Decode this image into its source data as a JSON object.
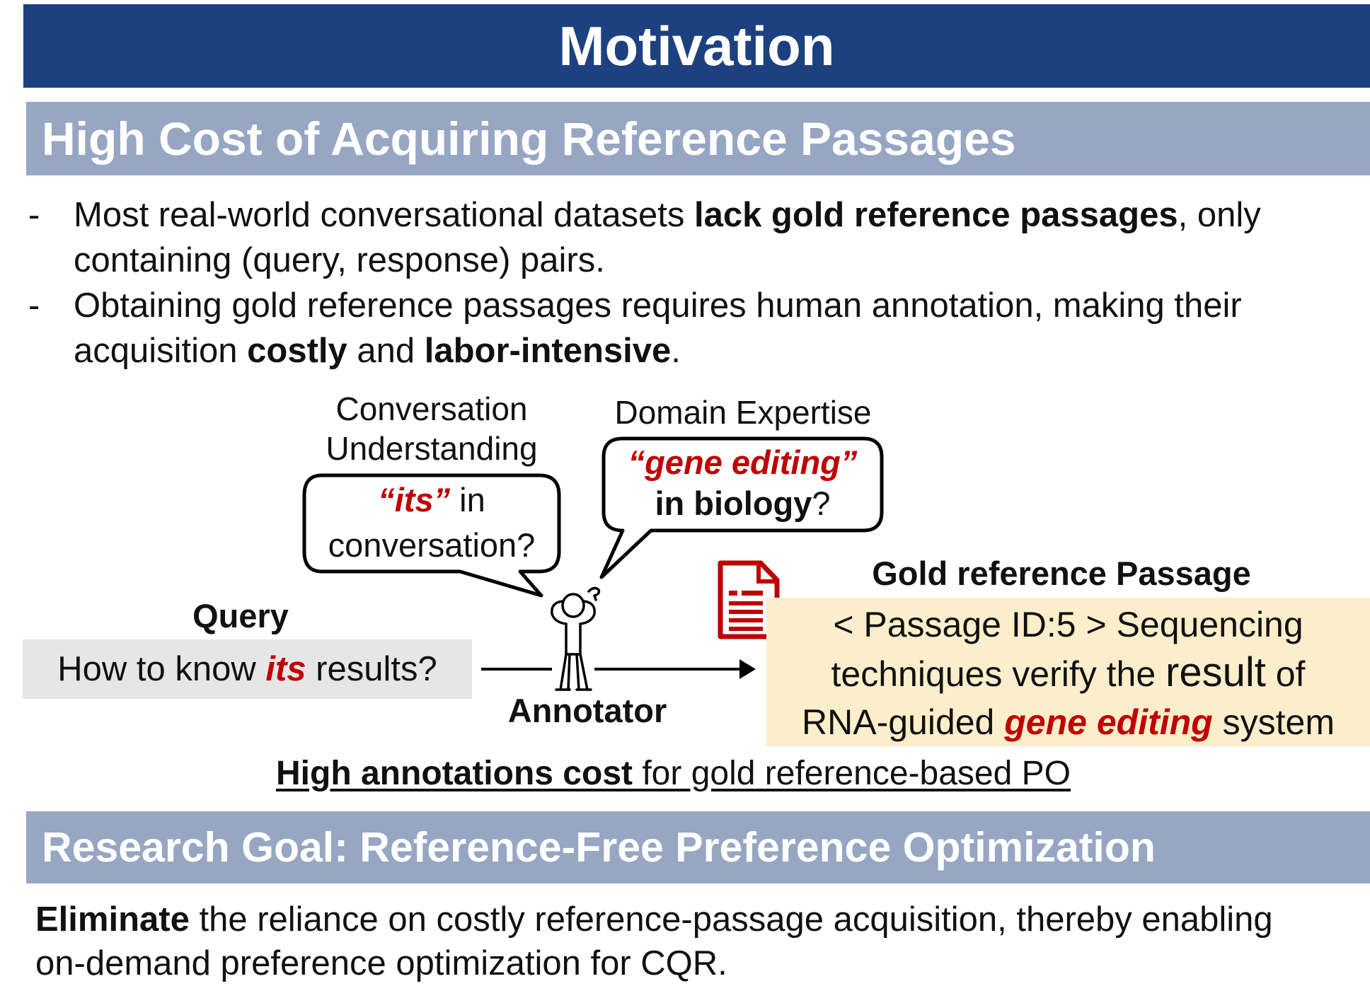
{
  "title": "Motivation",
  "section1": {
    "heading": "High Cost of Acquiring Reference Passages",
    "bullets": [
      {
        "dash": "-",
        "line1_a": "Most real-world conversational datasets ",
        "line1_bold": "lack gold reference passages",
        "line1_b": ", only",
        "line2": "containing (query, response) pairs."
      },
      {
        "dash": "-",
        "line1": "Obtaining gold reference passages requires human annotation, making their",
        "line2_a": "acquisition ",
        "line2_bold1": "costly",
        "line2_b": " and ",
        "line2_bold2": "labor-intensive",
        "line2_c": "."
      }
    ]
  },
  "diagram": {
    "conversation_label_1": "Conversation",
    "conversation_label_2": "Understanding",
    "bubble1_red": "“its”",
    "bubble1_a": " in",
    "bubble1_b": "conversation?",
    "domain_label": "Domain Expertise",
    "bubble2_red": "“gene editing”",
    "bubble2_bold": "in biology",
    "bubble2_end": "?",
    "query_label": "Query",
    "query_a": "How to know ",
    "query_red": "its",
    "query_b": " results?",
    "annotator_label": "Annotator",
    "gold_label": "Gold reference Passage",
    "passage_line1": "< Passage ID:5 >  Sequencing",
    "passage_line2_a": "techniques verify the ",
    "passage_line2_big": "result",
    "passage_line2_b": " of",
    "passage_line3_a": "RNA-guided ",
    "passage_line3_red": "gene editing",
    "passage_line3_b": " system",
    "cost_bold": "High annotations cost",
    "cost_rest": " for gold reference-based PO"
  },
  "section2": {
    "heading": "Research Goal: Reference-Free Preference Optimization",
    "line1_bold": "Eliminate",
    "line1_rest": " the reliance on costly reference-passage acquisition, thereby enabling",
    "line2": "on-demand preference optimization for CQR."
  },
  "icons": [
    "document-icon",
    "annotator-person-icon",
    "arrow-icon"
  ],
  "colors": {
    "banner": "#1d4180",
    "section": "#96a6c3",
    "accent_red": "#c00000",
    "passage_bg": "#fdeecb",
    "query_bg": "#e6e6e6"
  }
}
